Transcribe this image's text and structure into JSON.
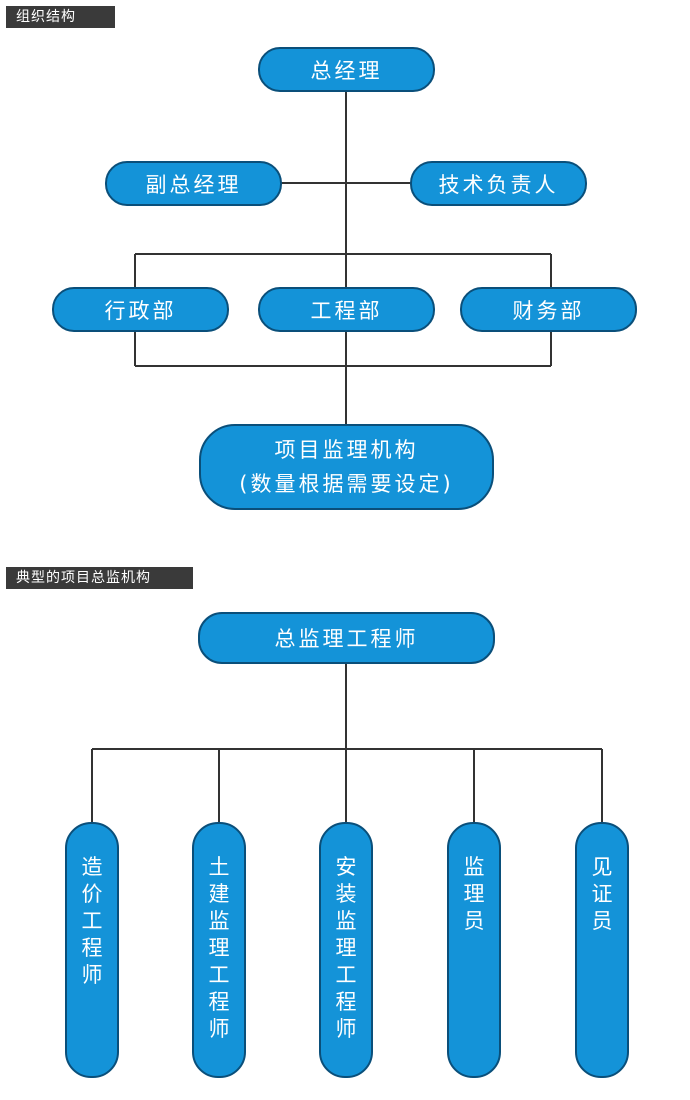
{
  "section1": {
    "label": "组织结构",
    "nodes": {
      "general_manager": "总经理",
      "deputy_manager": "副总经理",
      "technical_lead": "技术负责人",
      "admin_dept": "行政部",
      "engineering_dept": "工程部",
      "finance_dept": "财务部",
      "supervision_line1": "项目监理机构",
      "supervision_line2": "(数量根据需要设定)"
    }
  },
  "section2": {
    "label": "典型的项目总监机构",
    "nodes": {
      "chief_engineer": "总监理工程师",
      "cost_engineer": "造\n价\n工\n程\n师",
      "civil_engineer": "土\n建\n监\n理\n工\n程\n师",
      "install_engineer": "安\n装\n监\n理\n工\n程\n师",
      "supervisor": "监\n理\n员",
      "witness": "见\n证\n员"
    }
  },
  "colors": {
    "node_fill": "#1493d8",
    "node_border": "#0a4f7a",
    "line": "#333333",
    "label_bg": "#3a3a3a"
  }
}
